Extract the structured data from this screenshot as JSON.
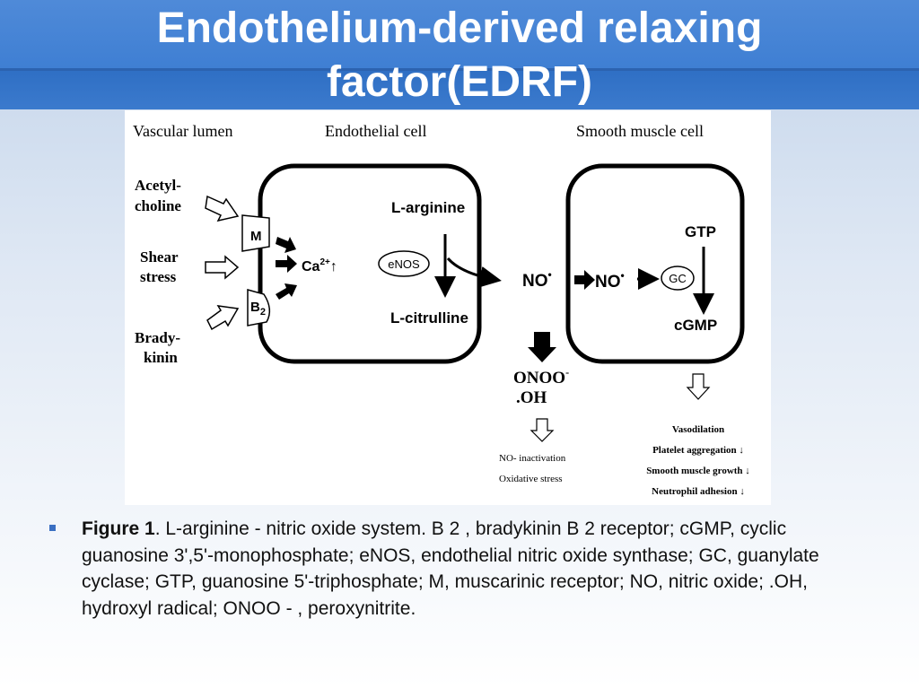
{
  "slide": {
    "title_line1": "Endothelium-derived relaxing",
    "title_line2": "factor(EDRF)"
  },
  "figure": {
    "regions": {
      "lumen": "Vascular lumen",
      "endothelial": "Endothelial cell",
      "smooth_muscle": "Smooth muscle cell"
    },
    "stimuli": {
      "acetyl_line1": "Acetyl-",
      "acetyl_line2": "choline",
      "shear_line1": "Shear",
      "shear_line2": "stress",
      "brady_line1": "Brady-",
      "brady_line2": "kinin"
    },
    "receptors": {
      "m": "M",
      "b": "B",
      "b_sub": "2"
    },
    "calcium": {
      "base": "Ca",
      "sup": "2+",
      "arrow": "↑"
    },
    "enos": "eNOS",
    "l_arginine": "L-arginine",
    "l_citrulline": "L-citrulline",
    "no_label": "NO",
    "no_dot": "•",
    "gc": "GC",
    "gtp": "GTP",
    "cgmp": "cGMP",
    "onoo": "ONOO",
    "onoo_sup": "-",
    "oh": ".OH",
    "outcomes_left": [
      "NO- inactivation",
      "Oxidative stress"
    ],
    "outcomes_right": [
      "Vasodilation",
      "Platelet aggregation ↓",
      "Smooth muscle growth ↓",
      "Neutrophil adhesion ↓"
    ]
  },
  "caption": {
    "lead": "Figure 1",
    "text": ". L-arginine - nitric oxide system. B 2 , bradykinin B 2 receptor; cGMP, cyclic guanosine 3',5'-monophosphate; eNOS, endothelial nitric oxide synthase; GC, guanylate cyclase; GTP, guanosine 5'-triphosphate; M, muscarinic receptor; NO, nitric oxide; .OH, hydroxyl radical; ONOO - , peroxynitrite."
  }
}
